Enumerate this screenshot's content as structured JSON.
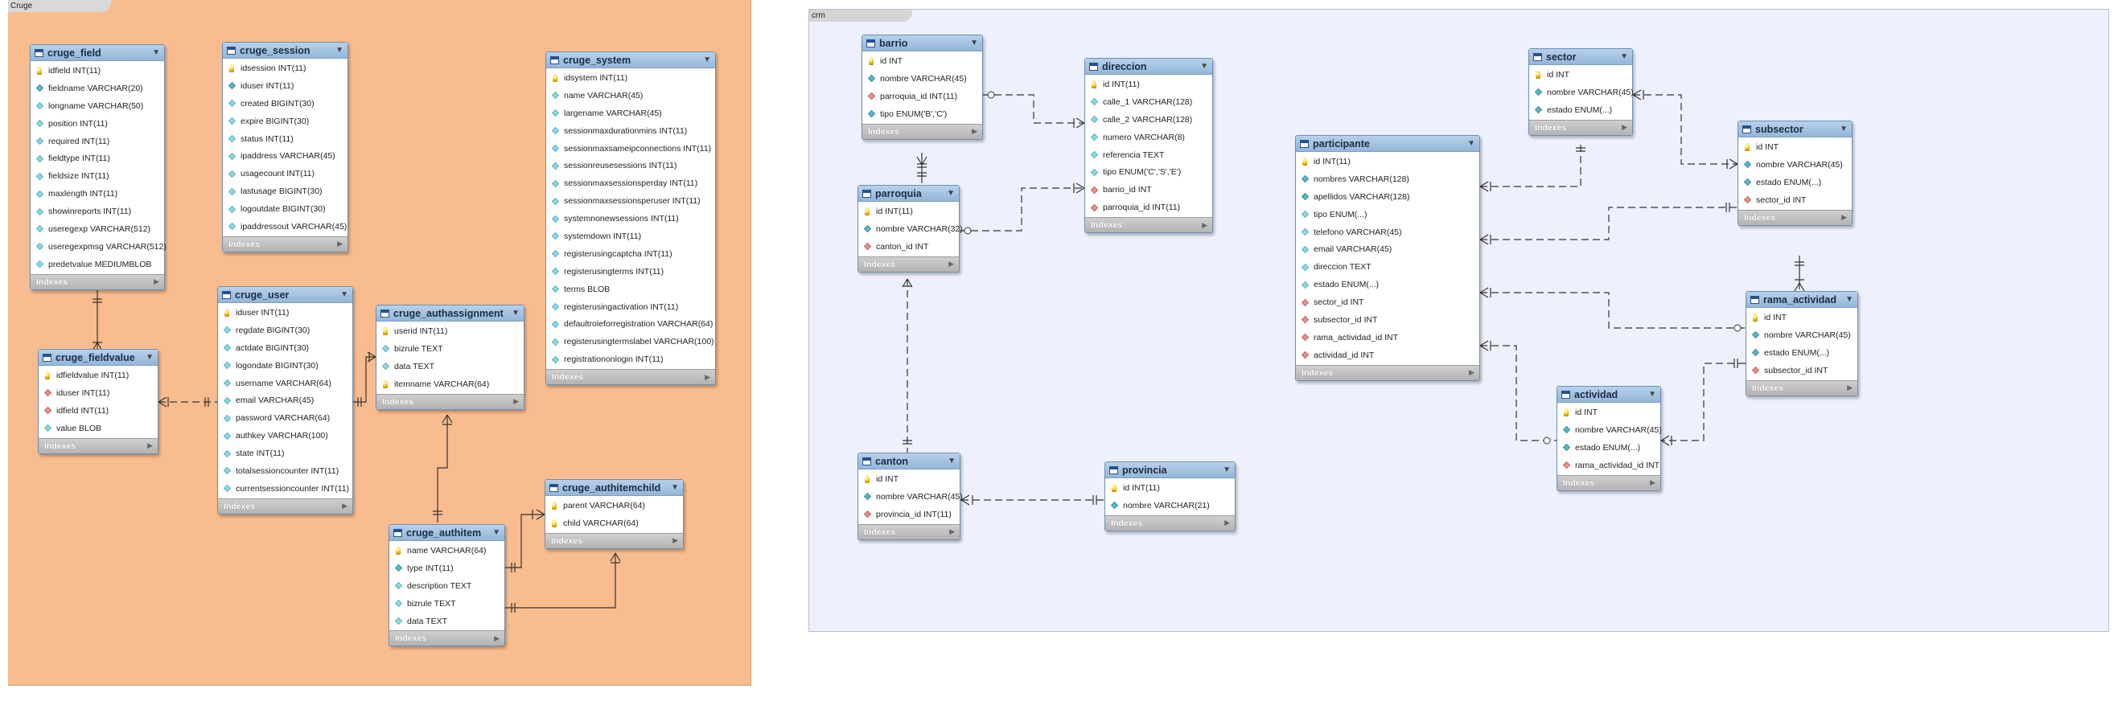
{
  "layers": {
    "cruge": "Cruge",
    "crm": "crm"
  },
  "indexes_label": "Indexes",
  "tables": {
    "cruge_field": {
      "name": "cruge_field",
      "columns": [
        {
          "text": "idfield INT(11)",
          "key": "pk"
        },
        {
          "text": "fieldname VARCHAR(20)",
          "key": "nn"
        },
        {
          "text": "longname VARCHAR(50)",
          "key": "attr"
        },
        {
          "text": "position INT(11)",
          "key": "attr"
        },
        {
          "text": "required INT(11)",
          "key": "attr"
        },
        {
          "text": "fieldtype INT(11)",
          "key": "attr"
        },
        {
          "text": "fieldsize INT(11)",
          "key": "attr"
        },
        {
          "text": "maxlength INT(11)",
          "key": "attr"
        },
        {
          "text": "showinreports INT(11)",
          "key": "attr"
        },
        {
          "text": "useregexp VARCHAR(512)",
          "key": "attr"
        },
        {
          "text": "useregexpmsg VARCHAR(512)",
          "key": "attr"
        },
        {
          "text": "predetvalue MEDIUMBLOB",
          "key": "attr"
        }
      ]
    },
    "cruge_session": {
      "name": "cruge_session",
      "columns": [
        {
          "text": "idsession INT(11)",
          "key": "pk"
        },
        {
          "text": "iduser INT(11)",
          "key": "nn"
        },
        {
          "text": "created BIGINT(30)",
          "key": "attr"
        },
        {
          "text": "expire BIGINT(30)",
          "key": "attr"
        },
        {
          "text": "status INT(11)",
          "key": "attr"
        },
        {
          "text": "ipaddress VARCHAR(45)",
          "key": "attr"
        },
        {
          "text": "usagecount INT(11)",
          "key": "attr"
        },
        {
          "text": "lastusage BIGINT(30)",
          "key": "attr"
        },
        {
          "text": "logoutdate BIGINT(30)",
          "key": "attr"
        },
        {
          "text": "ipaddressout VARCHAR(45)",
          "key": "attr"
        }
      ]
    },
    "cruge_system": {
      "name": "cruge_system",
      "columns": [
        {
          "text": "idsystem INT(11)",
          "key": "pk"
        },
        {
          "text": "name VARCHAR(45)",
          "key": "attr"
        },
        {
          "text": "largename VARCHAR(45)",
          "key": "attr"
        },
        {
          "text": "sessionmaxdurationmins INT(11)",
          "key": "attr"
        },
        {
          "text": "sessionmaxsameipconnections INT(11)",
          "key": "attr"
        },
        {
          "text": "sessionreusesessions INT(11)",
          "key": "attr"
        },
        {
          "text": "sessionmaxsessionsperday INT(11)",
          "key": "attr"
        },
        {
          "text": "sessionmaxsessionsperuser INT(11)",
          "key": "attr"
        },
        {
          "text": "systemnonewsessions INT(11)",
          "key": "attr"
        },
        {
          "text": "systemdown INT(11)",
          "key": "attr"
        },
        {
          "text": "registerusingcaptcha INT(11)",
          "key": "attr"
        },
        {
          "text": "registerusingterms INT(11)",
          "key": "attr"
        },
        {
          "text": "terms BLOB",
          "key": "attr"
        },
        {
          "text": "registerusingactivation INT(11)",
          "key": "attr"
        },
        {
          "text": "defaultroleforregistration VARCHAR(64)",
          "key": "attr"
        },
        {
          "text": "registerusingtermslabel VARCHAR(100)",
          "key": "attr"
        },
        {
          "text": "registrationonlogin INT(11)",
          "key": "attr"
        }
      ]
    },
    "cruge_fieldvalue": {
      "name": "cruge_fieldvalue",
      "columns": [
        {
          "text": "idfieldvalue INT(11)",
          "key": "pk"
        },
        {
          "text": "iduser INT(11)",
          "key": "fk"
        },
        {
          "text": "idfield INT(11)",
          "key": "fk"
        },
        {
          "text": "value BLOB",
          "key": "attr"
        }
      ]
    },
    "cruge_user": {
      "name": "cruge_user",
      "columns": [
        {
          "text": "iduser INT(11)",
          "key": "pk"
        },
        {
          "text": "regdate BIGINT(30)",
          "key": "attr"
        },
        {
          "text": "actdate BIGINT(30)",
          "key": "attr"
        },
        {
          "text": "logondate BIGINT(30)",
          "key": "attr"
        },
        {
          "text": "username VARCHAR(64)",
          "key": "attr"
        },
        {
          "text": "email VARCHAR(45)",
          "key": "attr"
        },
        {
          "text": "password VARCHAR(64)",
          "key": "attr"
        },
        {
          "text": "authkey VARCHAR(100)",
          "key": "attr"
        },
        {
          "text": "state INT(11)",
          "key": "attr"
        },
        {
          "text": "totalsessioncounter INT(11)",
          "key": "attr"
        },
        {
          "text": "currentsessioncounter INT(11)",
          "key": "attr"
        }
      ]
    },
    "cruge_authassignment": {
      "name": "cruge_authassignment",
      "columns": [
        {
          "text": "userid INT(11)",
          "key": "pk"
        },
        {
          "text": "bizrule TEXT",
          "key": "attr"
        },
        {
          "text": "data TEXT",
          "key": "attr"
        },
        {
          "text": "itemname VARCHAR(64)",
          "key": "pk"
        }
      ]
    },
    "cruge_authitemchild": {
      "name": "cruge_authitemchild",
      "columns": [
        {
          "text": "parent VARCHAR(64)",
          "key": "pk"
        },
        {
          "text": "child VARCHAR(64)",
          "key": "pk"
        }
      ]
    },
    "cruge_authitem": {
      "name": "cruge_authitem",
      "columns": [
        {
          "text": "name VARCHAR(64)",
          "key": "pk"
        },
        {
          "text": "type INT(11)",
          "key": "nn"
        },
        {
          "text": "description TEXT",
          "key": "attr"
        },
        {
          "text": "bizrule TEXT",
          "key": "attr"
        },
        {
          "text": "data TEXT",
          "key": "attr"
        }
      ]
    },
    "barrio": {
      "name": "barrio",
      "columns": [
        {
          "text": "id INT",
          "key": "pk"
        },
        {
          "text": "nombre VARCHAR(45)",
          "key": "nn"
        },
        {
          "text": "parroquia_id INT(11)",
          "key": "fk"
        },
        {
          "text": "tipo ENUM('B','C')",
          "key": "nn"
        }
      ]
    },
    "direccion": {
      "name": "direccion",
      "columns": [
        {
          "text": "id INT(11)",
          "key": "pk"
        },
        {
          "text": "calle_1 VARCHAR(128)",
          "key": "attr"
        },
        {
          "text": "calle_2 VARCHAR(128)",
          "key": "attr"
        },
        {
          "text": "numero VARCHAR(8)",
          "key": "attr"
        },
        {
          "text": "referencia TEXT",
          "key": "attr"
        },
        {
          "text": "tipo ENUM('C','S','E')",
          "key": "attr"
        },
        {
          "text": "barrio_id INT",
          "key": "fk"
        },
        {
          "text": "parroquia_id INT(11)",
          "key": "fk"
        }
      ]
    },
    "parroquia": {
      "name": "parroquia",
      "columns": [
        {
          "text": "id INT(11)",
          "key": "pk"
        },
        {
          "text": "nombre VARCHAR(32)",
          "key": "nn"
        },
        {
          "text": "canton_id INT",
          "key": "fk"
        }
      ]
    },
    "participante": {
      "name": "participante",
      "columns": [
        {
          "text": "id INT(11)",
          "key": "pk"
        },
        {
          "text": "nombres VARCHAR(128)",
          "key": "nn"
        },
        {
          "text": "apellidos VARCHAR(128)",
          "key": "nn"
        },
        {
          "text": "tipo ENUM(...)",
          "key": "attr"
        },
        {
          "text": "telefono VARCHAR(45)",
          "key": "attr"
        },
        {
          "text": "email VARCHAR(45)",
          "key": "attr"
        },
        {
          "text": "direccion TEXT",
          "key": "attr"
        },
        {
          "text": "estado ENUM(...)",
          "key": "attr"
        },
        {
          "text": "sector_id INT",
          "key": "fk"
        },
        {
          "text": "subsector_id INT",
          "key": "fk"
        },
        {
          "text": "rama_actividad_id INT",
          "key": "fk"
        },
        {
          "text": "actividad_id INT",
          "key": "fk"
        }
      ]
    },
    "sector": {
      "name": "sector",
      "columns": [
        {
          "text": "id INT",
          "key": "pk"
        },
        {
          "text": "nombre VARCHAR(45)",
          "key": "nn"
        },
        {
          "text": "estado ENUM(...)",
          "key": "nn"
        }
      ]
    },
    "subsector": {
      "name": "subsector",
      "columns": [
        {
          "text": "id INT",
          "key": "pk"
        },
        {
          "text": "nombre VARCHAR(45)",
          "key": "nn"
        },
        {
          "text": "estado ENUM(...)",
          "key": "nn"
        },
        {
          "text": "sector_id INT",
          "key": "fk"
        }
      ]
    },
    "rama_actividad": {
      "name": "rama_actividad",
      "columns": [
        {
          "text": "id INT",
          "key": "pk"
        },
        {
          "text": "nombre VARCHAR(45)",
          "key": "nn"
        },
        {
          "text": "estado ENUM(...)",
          "key": "nn"
        },
        {
          "text": "subsector_id INT",
          "key": "fk"
        }
      ]
    },
    "actividad": {
      "name": "actividad",
      "columns": [
        {
          "text": "id INT",
          "key": "pk"
        },
        {
          "text": "nombre VARCHAR(45)",
          "key": "nn"
        },
        {
          "text": "estado ENUM(...)",
          "key": "nn"
        },
        {
          "text": "rama_actividad_id INT",
          "key": "fk"
        }
      ]
    },
    "canton": {
      "name": "canton",
      "columns": [
        {
          "text": "id INT",
          "key": "pk"
        },
        {
          "text": "nombre VARCHAR(45)",
          "key": "nn"
        },
        {
          "text": "provincia_id INT(11)",
          "key": "fk"
        }
      ]
    },
    "provincia": {
      "name": "provincia",
      "columns": [
        {
          "text": "id INT(11)",
          "key": "pk"
        },
        {
          "text": "nombre VARCHAR(21)",
          "key": "nn"
        }
      ]
    }
  },
  "relationships": [
    {
      "from": "cruge_field",
      "to": "cruge_fieldvalue",
      "style": "solid"
    },
    {
      "from": "cruge_user",
      "to": "cruge_fieldvalue",
      "style": "dashed"
    },
    {
      "from": "cruge_user",
      "to": "cruge_authassignment",
      "style": "solid"
    },
    {
      "from": "cruge_authitem",
      "to": "cruge_authassignment",
      "style": "solid"
    },
    {
      "from": "cruge_authitem",
      "to": "cruge_authitemchild",
      "style": "solid"
    },
    {
      "from": "barrio",
      "to": "direccion",
      "style": "dashed"
    },
    {
      "from": "parroquia",
      "to": "barrio",
      "style": "solid"
    },
    {
      "from": "parroquia",
      "to": "direccion",
      "style": "dashed"
    },
    {
      "from": "canton",
      "to": "parroquia",
      "style": "dashed"
    },
    {
      "from": "provincia",
      "to": "canton",
      "style": "dashed"
    },
    {
      "from": "sector",
      "to": "participante",
      "style": "dashed"
    },
    {
      "from": "sector",
      "to": "subsector",
      "style": "dashed"
    },
    {
      "from": "subsector",
      "to": "participante",
      "style": "dashed"
    },
    {
      "from": "subsector",
      "to": "rama_actividad",
      "style": "solid"
    },
    {
      "from": "rama_actividad",
      "to": "participante",
      "style": "dashed"
    },
    {
      "from": "rama_actividad",
      "to": "actividad",
      "style": "dashed"
    },
    {
      "from": "actividad",
      "to": "participante",
      "style": "dashed"
    }
  ]
}
